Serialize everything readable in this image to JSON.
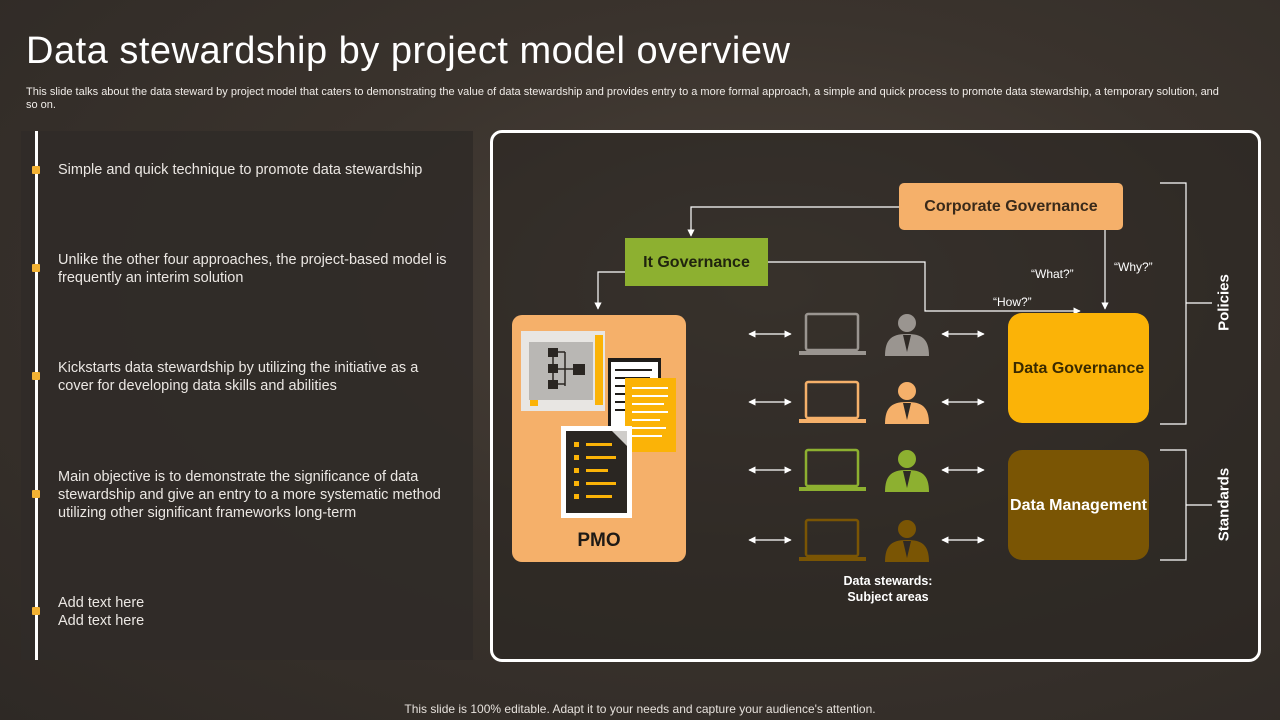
{
  "slide": {
    "title": "Data stewardship by project model overview",
    "subtitle": "This slide talks about the data steward by project model that caters to demonstrating the value of data stewardship and provides entry to a more formal approach, a simple and quick process to promote data stewardship, a temporary solution, and so on.",
    "footer": "This slide is 100% editable. Adapt it to your needs and capture your audience's attention."
  },
  "points": [
    {
      "text": "Simple and quick technique to promote data stewardship"
    },
    {
      "text": "Unlike the other four approaches, the project-based model is frequently an interim solution"
    },
    {
      "text": "Kickstarts data stewardship by utilizing the initiative as a cover for developing data skills and abilities"
    },
    {
      "text": "Main objective is to demonstrate the significance of data stewardship and give an entry to a more systematic method utilizing other significant frameworks long-term"
    },
    {
      "text": "Add text here\nAdd text here"
    }
  ],
  "diagram": {
    "corporate_governance": "Corporate Governance",
    "it_governance": "It Governance",
    "data_governance": "Data Governance",
    "data_management": "Data Management",
    "pmo": "PMO",
    "what_label": "“What?”",
    "why_label": "“Why?”",
    "how_label": "“How?”",
    "policies": "Policies",
    "standards": "Standards",
    "stewards_label": "Data stewards:\nSubject areas"
  },
  "colors": {
    "accent_orange": "#f5b06a",
    "accent_green": "#8db030",
    "accent_yellow": "#fbb307",
    "accent_brown": "#7a5504",
    "steward_gray": "#9a9590",
    "steward_orange": "#f5b06a",
    "steward_green": "#8db030",
    "steward_brown": "#7a5504"
  }
}
